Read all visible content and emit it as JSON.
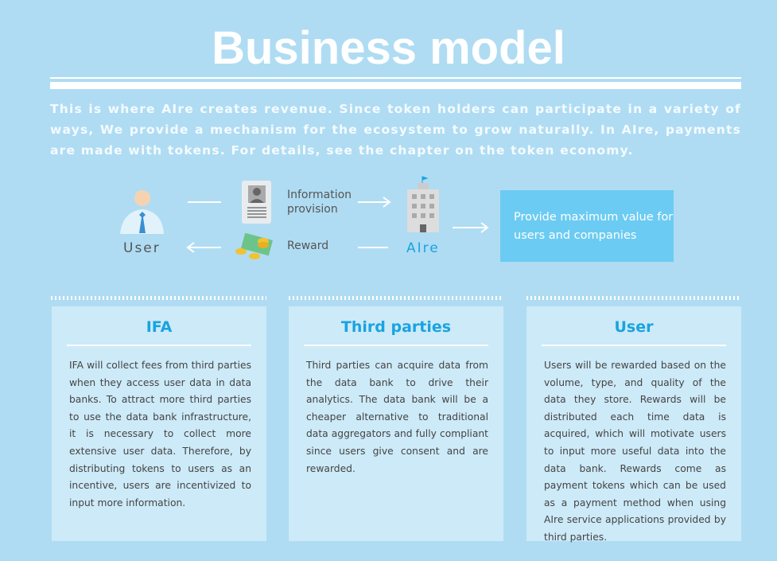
{
  "title": "Business model",
  "intro": "This is where AIre creates revenue. Since token holders can participate in a variety of ways, We provide a mechanism for the ecosystem to grow naturally. In AIre, payments are made with tokens. For details, see the chapter on the token economy.",
  "diagram": {
    "user": "User",
    "info": "Information provision",
    "reward": "Reward",
    "aire": "AIre",
    "value": "Provide maximum value for users and companies"
  },
  "cards": [
    {
      "title": "IFA",
      "body": "IFA will collect fees from third parties when they access user data in data banks. To attract more third parties to use the data bank infrastructure, it is necessary to collect more extensive user data. Therefore, by distributing tokens to users as an incentive, users are incentivized to input more information."
    },
    {
      "title": "Third parties",
      "body": "Third parties can acquire data from the data bank to drive their analytics. The data bank will be a cheaper alternative to traditional data aggregators and fully compliant since users give consent and are rewarded."
    },
    {
      "title": "User",
      "body": "Users will be rewarded based on the volume, type, and quality of the data they store. Rewards will be distributed each time data is acquired, which will motivate users to input more useful data into the data bank. Rewards come as payment tokens which can be used as a payment method when using AIre service applications provided by third parties."
    }
  ]
}
